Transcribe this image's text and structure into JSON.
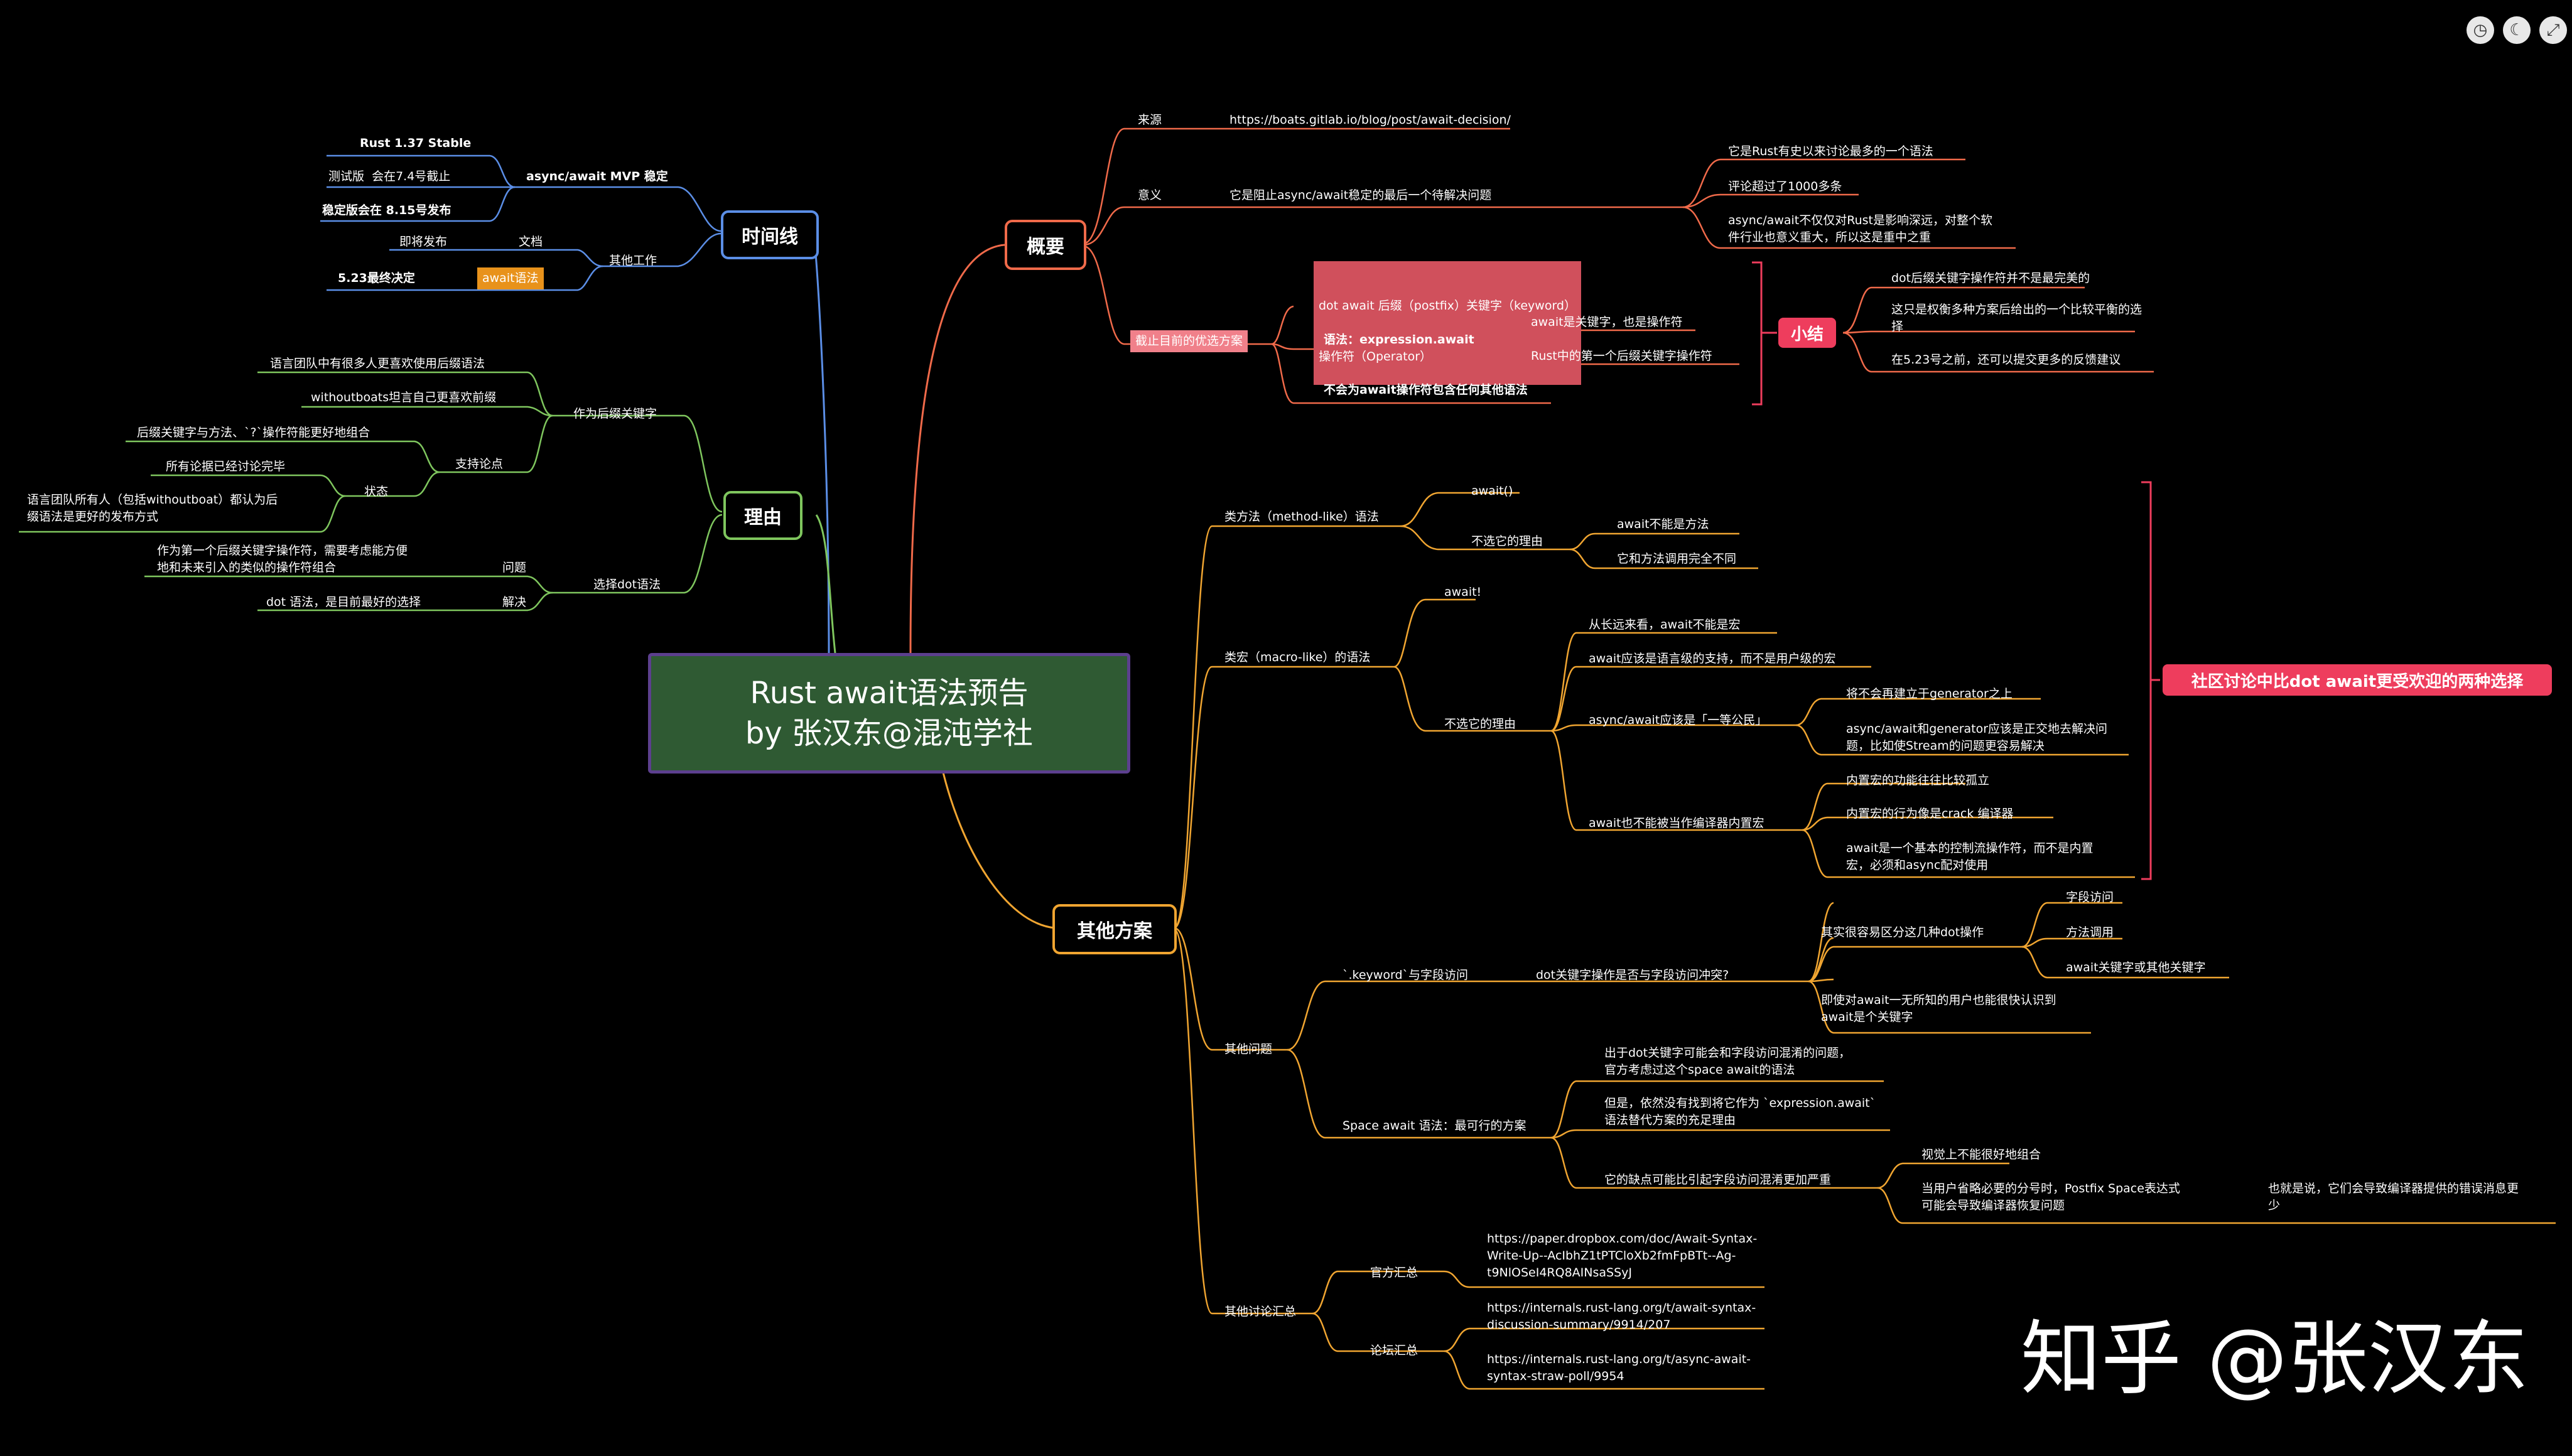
{
  "central": {
    "line1": "Rust await语法预告",
    "line2": "by 张汉东@混沌学社"
  },
  "toolbar": {
    "icons": [
      "clock-icon",
      "moon-icon",
      "expand-icon"
    ]
  },
  "watermark": "知乎 @张汉东",
  "timeline": {
    "label": "时间线",
    "mvp": "async/await MVP 稳定",
    "stable": "Rust 1.37 Stable",
    "beta": "测试版  会在7.4号截止",
    "release": "稳定版会在 8.15号发布",
    "other_work": "其他工作",
    "doc": "文档",
    "doc_soon": "即将发布",
    "final": "5.23最终决定",
    "await_syntax": "await语法"
  },
  "reasons": {
    "label": "理由",
    "as_postfix": "作为后缀关键字",
    "team_prefers": "语言团队中有很多人更喜欢使用后缀语法",
    "withoutboats": "withoutboats坦言自己更喜欢前缀",
    "support": "支持论点",
    "combo": "后缀关键字与方法、`?`操作符能更好地组合",
    "state": "状态",
    "all_args": "所有论据已经讨论完毕",
    "agree_1": "语言团队所有人（包括withoutboat）都认为后",
    "agree_2": "缀语法是更好的发布方式",
    "choose_dot": "选择dot语法",
    "problem": "问题",
    "problem_1": "作为第一个后缀关键字操作符，需要考虑能方便",
    "problem_2": "地和未来引入的类似的操作符组合",
    "solve": "解决",
    "solve_text": "dot 语法，是目前最好的选择"
  },
  "overview": {
    "label": "概要",
    "source": "来源",
    "source_url": "https://boats.gitlab.io/blog/post/await-decision/",
    "meaning": "意义",
    "meaning_text": "它是阻止async/await稳定的最后一个待解决问题",
    "m1": "它是Rust有史以来讨论最多的一个语法",
    "m2": "评论超过了1000多条",
    "m3_1": "async/await不仅仅对Rust是影响深远，对整个软",
    "m3_2": "件行业也意义重大，所以这是重中之重",
    "best": "截止目前的优选方案",
    "dot_1": "dot await 后缀（postfix）关键字（keyword）",
    "dot_2": "操作符（Operator）",
    "syntax": "语法：expression.await",
    "is_keyword": "await是关键字，也是操作符",
    "first_postfix": "Rust中的第一个后缀关键字操作符",
    "no_other": "不会为await操作符包含任何其他语法",
    "summary": "小结",
    "s1": "dot后缀关键字操作符并不是最完美的",
    "s2_1": "这只是权衡多种方案后给出的一个比较平衡的选",
    "s2_2": "择",
    "s3": "在5.23号之前，还可以提交更多的反馈建议"
  },
  "alternatives": {
    "label": "其他方案",
    "method_like": "类方法（method-like）语法",
    "await_call": "await()",
    "not_chosen": "不选它的理由",
    "not_method": "await不能是方法",
    "diff_method": "它和方法调用完全不同",
    "macro_like": "类宏（macro-like）的语法",
    "await_bang": "await!",
    "not_chosen2": "不选它的理由",
    "long_term": "从长远来看，await不能是宏",
    "lang_level": "await应该是语言级的支持，而不是用户级的宏",
    "first_class": "async/await应该是「一等公民」",
    "no_generator": "将不会再建立于generator之上",
    "orth_1": "async/await和generator应该是正交地去解决问",
    "orth_2": "题，比如使Stream的问题更容易解决",
    "not_builtin": "await也不能被当作编译器内置宏",
    "isolated": "内置宏的功能往往比较孤立",
    "crack": "内置宏的行为像是crack 编译器",
    "basic_1": "await是一个基本的控制流操作符，而不是内置",
    "basic_2": "宏，必须和async配对使用",
    "community": "社区讨论中比dot await更受欢迎的两种选择",
    "other_issues": "其他问题",
    "keyword_field": "`.keyword`与字段访问",
    "conflict": "dot关键字操作是否与字段访问冲突?",
    "easy_dist": "其实很容易区分这几种dot操作",
    "field": "字段访问",
    "method_call": "方法调用",
    "await_kw": "await关键字或其他关键字",
    "user_1": "即使对await一无所知的用户也能很快认识到",
    "user_2": "await是个关键字",
    "space_await": "Space await 语法：最可行的方案",
    "sa1_1": "出于dot关键字可能会和字段访问混淆的问题，",
    "sa1_2": "官方考虑过这个space await的语法",
    "sa2_1": "但是，依然没有找到将它作为 `expression.await`",
    "sa2_2": "语法替代方案的充足理由",
    "sa3": "它的缺点可能比引起字段访问混淆更加严重",
    "visual": "视觉上不能很好地组合",
    "omit_1": "当用户省略必要的分号时，Postfix Space表达式",
    "omit_2": "可能会导致编译器恢复问题",
    "error_1": "也就是说，它们会导致编译器提供的错误消息更",
    "error_2": "少",
    "summary_other": "其他讨论汇总",
    "official": "官方汇总",
    "official_url_1": "https://paper.dropbox.com/doc/Await-Syntax-",
    "official_url_2": "Write-Up--AcIbhZ1tPTCloXb2fmFpBTt--Ag-",
    "official_url_3": "t9NlOSeI4RQ8AINsaSSyJ",
    "forum": "论坛汇总",
    "forum_url1_1": "https://internals.rust-lang.org/t/await-syntax-",
    "forum_url1_2": "discussion-summary/9914/207",
    "forum_url2_1": "https://internals.rust-lang.org/t/async-await-",
    "forum_url2_2": "syntax-straw-poll/9954"
  },
  "colors": {
    "timeline": "#5b8ee6",
    "reasons": "#7fc65e",
    "overview": "#f06a4a",
    "alternatives": "#f0a531",
    "central_bg": "#2f5a33",
    "central_border": "#5c3f8e",
    "summary_tag": "#ee3d5d",
    "bracket": "#ee3d5d"
  }
}
